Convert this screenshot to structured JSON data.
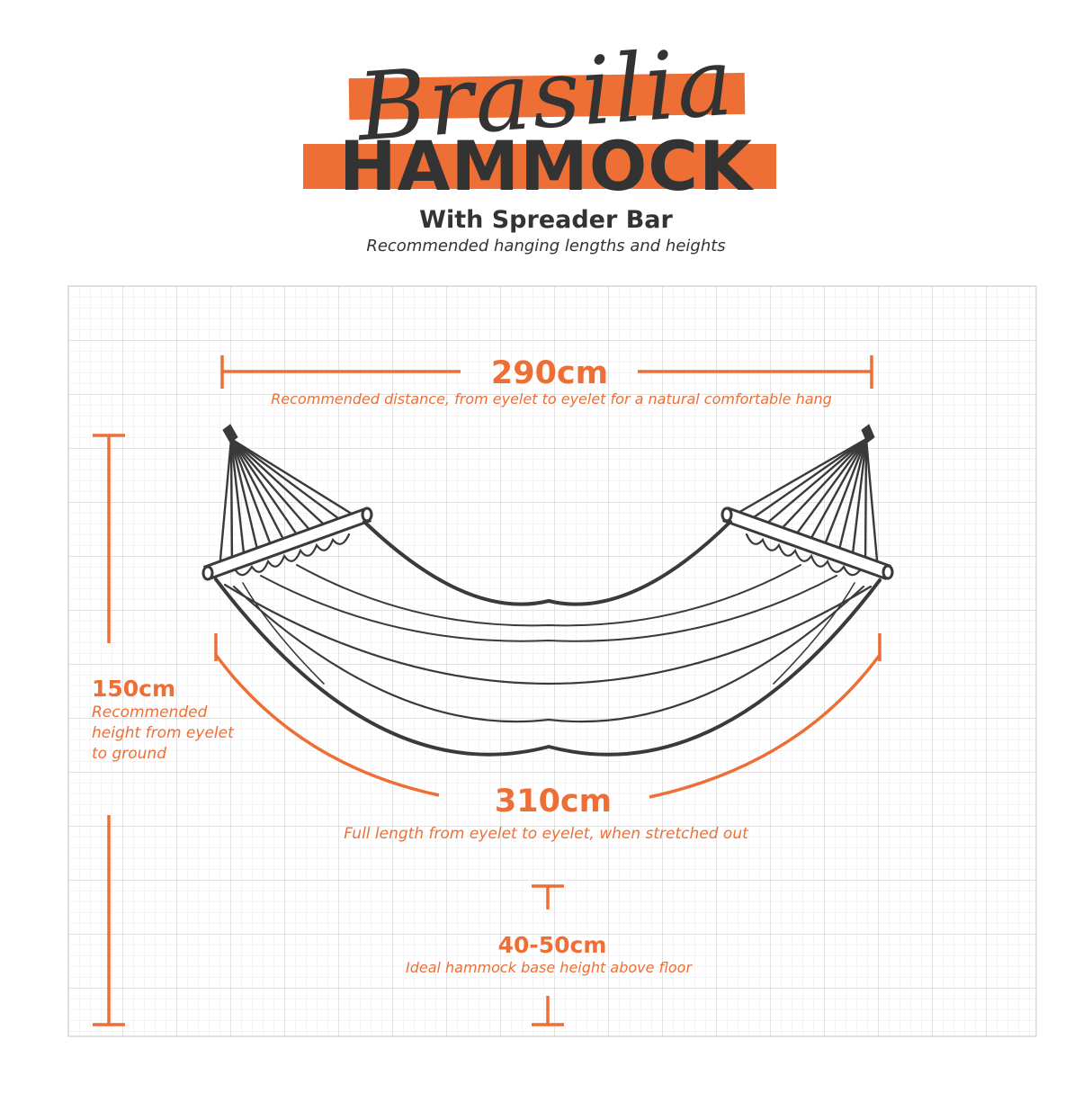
{
  "header": {
    "script_title": "Brasilia",
    "main_title": "HAMMOCK",
    "subtitle": "With Spreader Bar",
    "caption": "Recommended hanging lengths and heights"
  },
  "dimensions": {
    "width": {
      "value": "290cm",
      "description": "Recommended distance, from eyelet to eyelet for a natural comfortable hang"
    },
    "height": {
      "value": "150cm",
      "description": "Recommended height from eyelet to ground"
    },
    "length": {
      "value": "310cm",
      "description": "Full length from eyelet to eyelet,  when stretched out"
    },
    "base": {
      "value": "40-50cm",
      "description": "Ideal hammock base height above floor"
    }
  },
  "colors": {
    "accent": "#ee6f36",
    "ink": "#333333",
    "grid": "#dcdcdc"
  }
}
